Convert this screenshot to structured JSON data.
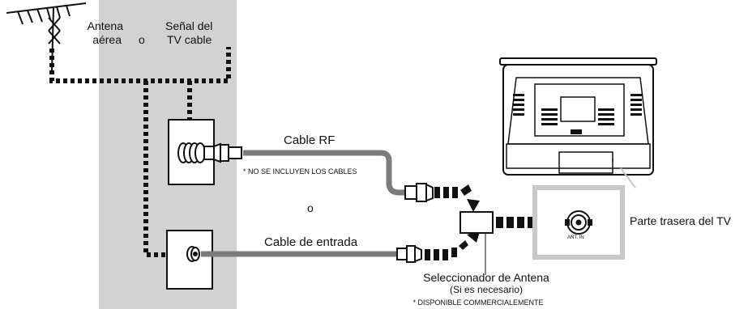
{
  "labels": {
    "antena": "Antena",
    "aerea": "aérea",
    "or_top": "o",
    "senal": "Señal del",
    "tv_cable": "TV cable",
    "cable_rf": "Cable RF",
    "no_cables": "* NO SE INCLUYEN LOS CABLES",
    "or_mid": "o",
    "cable_entrada": "Cable de entrada",
    "selector": "Seleccionador de Antena",
    "si_necesario": "(Si es necesario)",
    "disponible": "* DISPONIBLE COMMERCIALEMENTE",
    "parte_trasera": "Parte trasera del TV",
    "ant_in": "ANT. IN"
  },
  "colors": {
    "wall": "#d2d2d2",
    "cable": "#7b7b7b",
    "dash": "#111111",
    "zoom_frame": "#c8c8c8"
  }
}
